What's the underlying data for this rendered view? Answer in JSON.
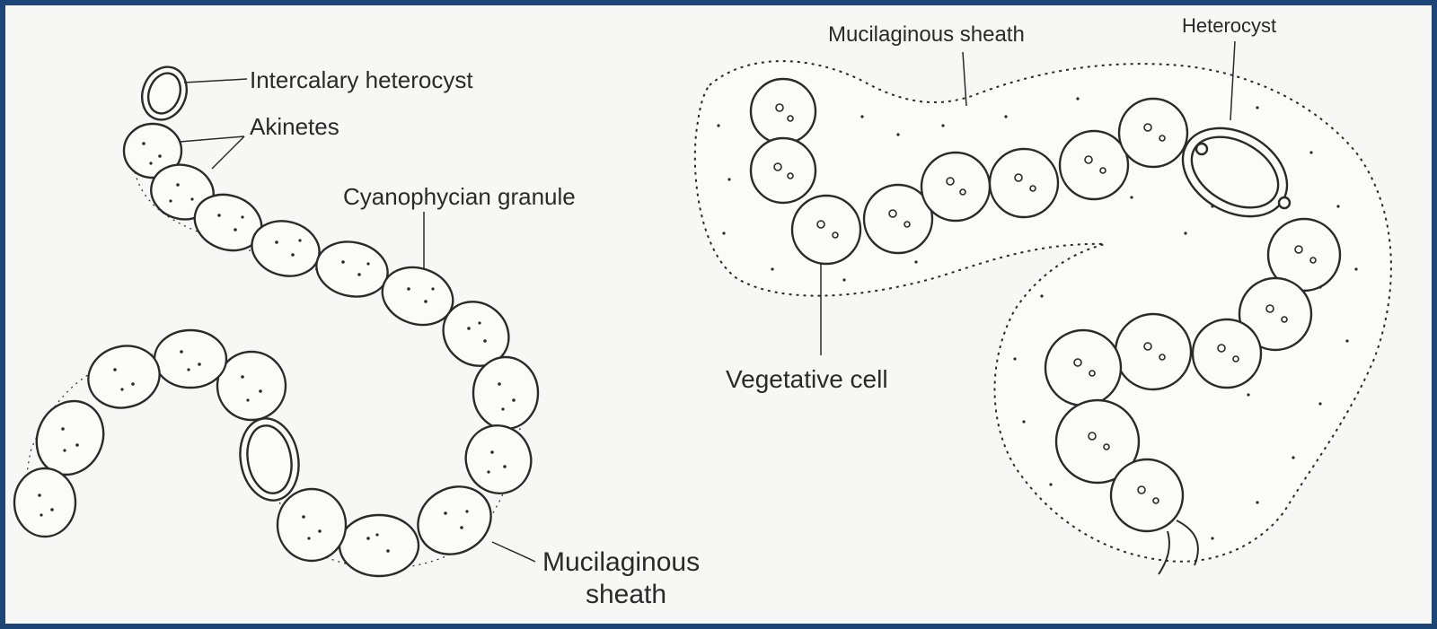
{
  "colors": {
    "frame": "#1d4577",
    "paper": "#f7f7f5",
    "ink": "#2a2a2a"
  },
  "labels": {
    "intercalary_heterocyst": "Intercalary heterocyst",
    "akinetes": "Akinetes",
    "cyanophycian_granule": "Cyanophycian granule",
    "mucilaginous_sheath_left_line1": "Mucilaginous",
    "mucilaginous_sheath_left_line2": "sheath",
    "mucilaginous_sheath_right": "Mucilaginous sheath",
    "heterocyst": "Heterocyst",
    "vegetative_cell": "Vegetative cell"
  }
}
